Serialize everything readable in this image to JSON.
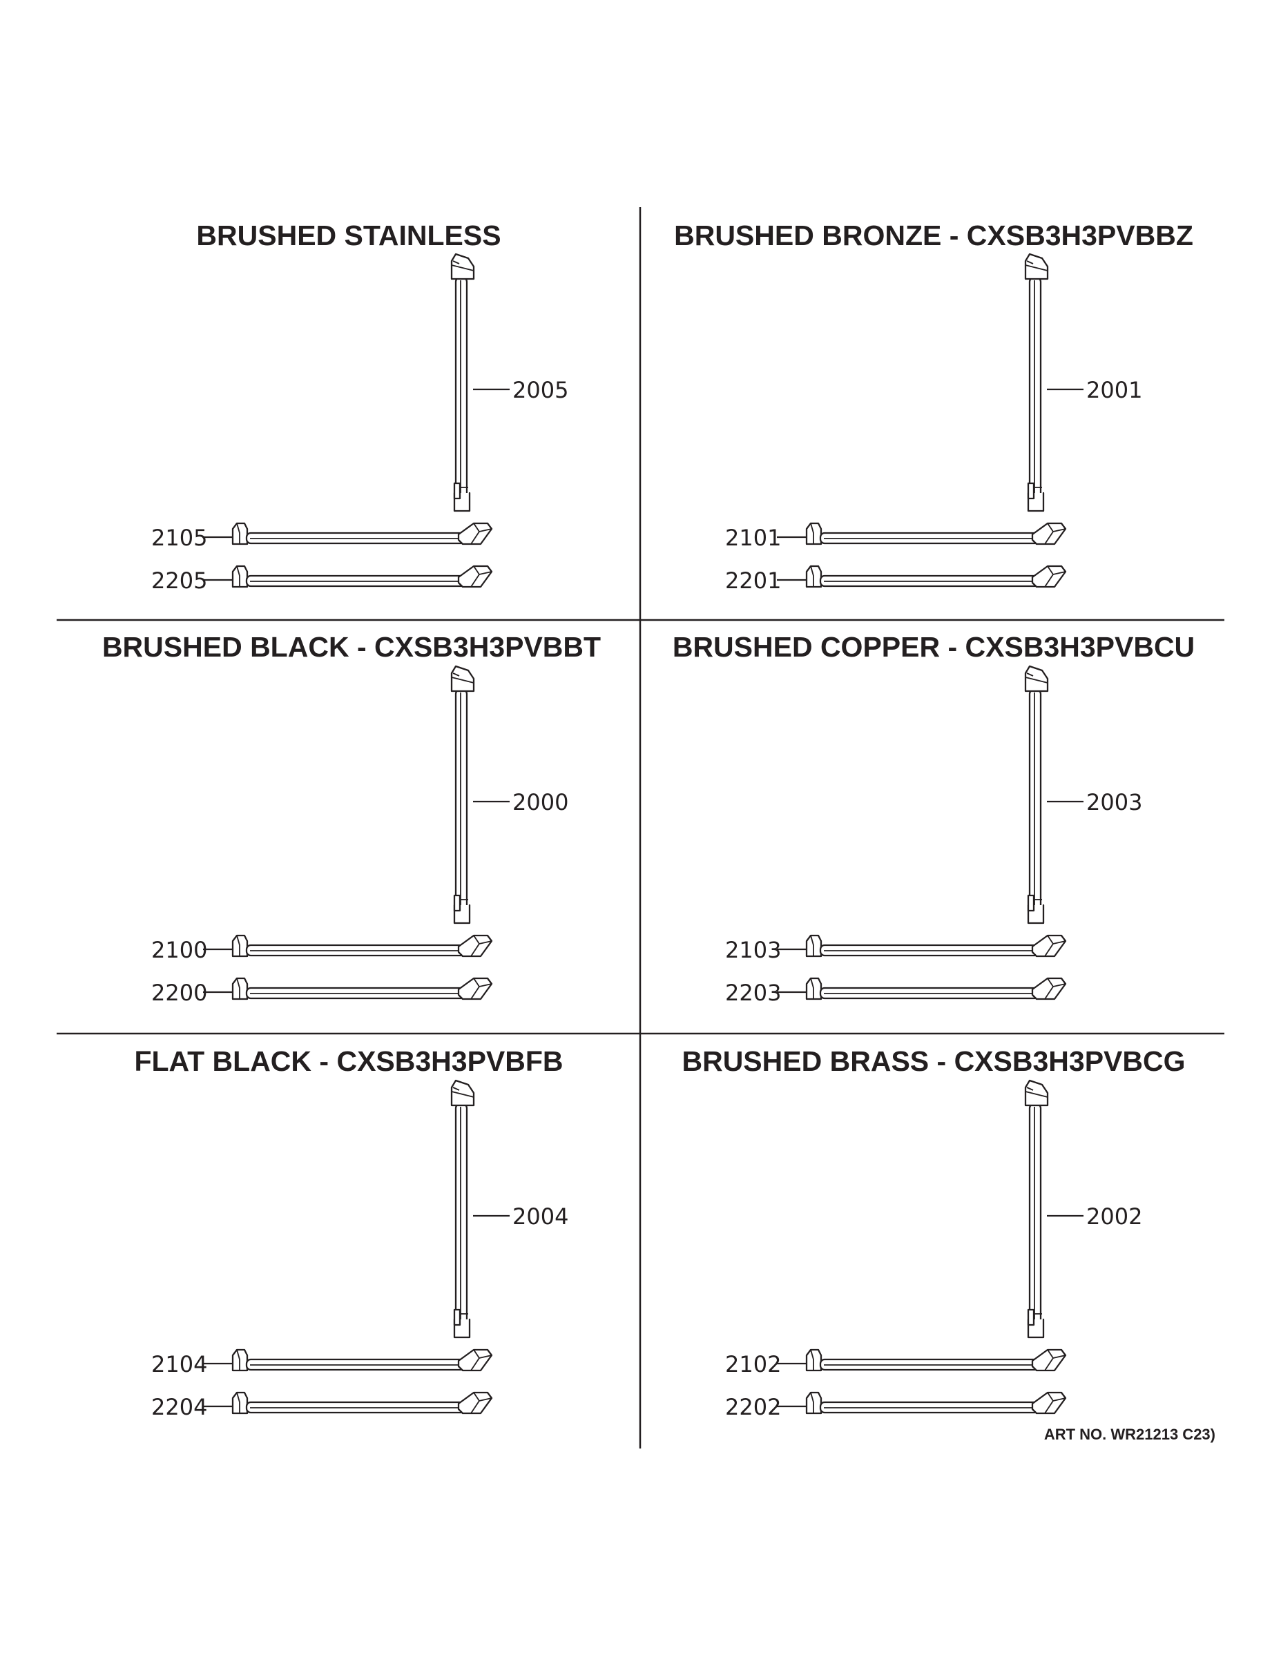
{
  "panels": [
    {
      "title": "BRUSHED STAINLESS",
      "vertical_handle": "2005",
      "lower_handle_top": "2105",
      "lower_handle_bottom": "2205"
    },
    {
      "title": "BRUSHED BRONZE - CXSB3H3PVBBZ",
      "vertical_handle": "2001",
      "lower_handle_top": "2101",
      "lower_handle_bottom": "2201"
    },
    {
      "title": "BRUSHED BLACK - CXSB3H3PVBBT",
      "vertical_handle": "2000",
      "lower_handle_top": "2100",
      "lower_handle_bottom": "2200"
    },
    {
      "title": "BRUSHED COPPER - CXSB3H3PVBCU",
      "vertical_handle": "2003",
      "lower_handle_top": "2103",
      "lower_handle_bottom": "2203"
    },
    {
      "title": "FLAT BLACK - CXSB3H3PVBFB",
      "vertical_handle": "2004",
      "lower_handle_top": "2104",
      "lower_handle_bottom": "2204"
    },
    {
      "title": "BRUSHED BRASS - CXSB3H3PVBCG",
      "vertical_handle": "2002",
      "lower_handle_top": "2102",
      "lower_handle_bottom": "2202"
    }
  ],
  "art_number": "ART NO. WR21213 C23)"
}
